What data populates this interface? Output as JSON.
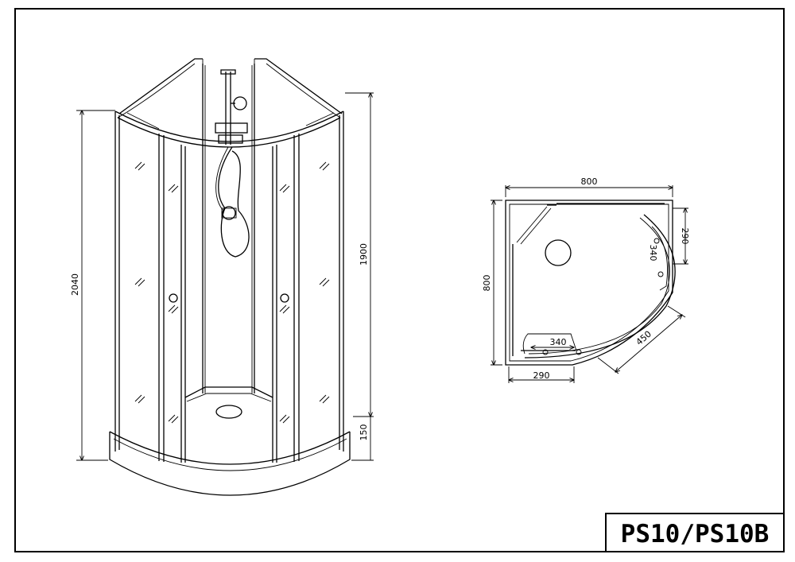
{
  "model_code": "PS10/PS10B",
  "elevation": {
    "total_height": "2040",
    "panel_height": "1900",
    "tray_height": "150"
  },
  "plan": {
    "width_top": "800",
    "depth_left": "800",
    "side_290": "290",
    "side_340": "340",
    "bottom_340": "340",
    "bottom_290": "290",
    "door_450": "450"
  }
}
